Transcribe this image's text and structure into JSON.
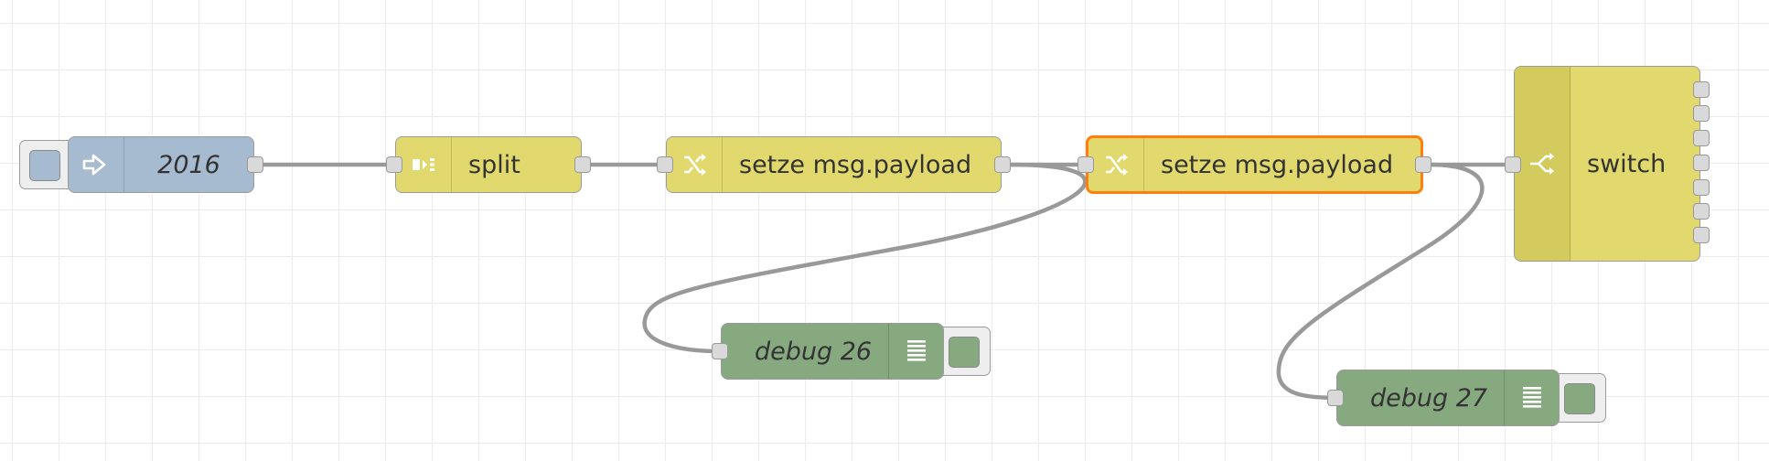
{
  "colors": {
    "inject": "#a6bbcf",
    "function": "#e2d96e",
    "debug": "#87a980",
    "selected": "#ff7f0e",
    "wire": "#999999",
    "grid": "#ececec"
  },
  "nodes": {
    "inject": {
      "label": "2016",
      "icon": "inject-arrow-icon"
    },
    "split": {
      "label": "split",
      "icon": "split-icon"
    },
    "change1": {
      "label": "setze msg.payload",
      "icon": "shuffle-icon"
    },
    "change2": {
      "label": "setze msg.payload",
      "icon": "shuffle-icon"
    },
    "switch": {
      "label": "switch",
      "icon": "switch-icon",
      "outputs": 7
    },
    "debug26": {
      "label": "debug 26",
      "icon": "debug-list-icon"
    },
    "debug27": {
      "label": "debug 27",
      "icon": "debug-list-icon"
    }
  }
}
